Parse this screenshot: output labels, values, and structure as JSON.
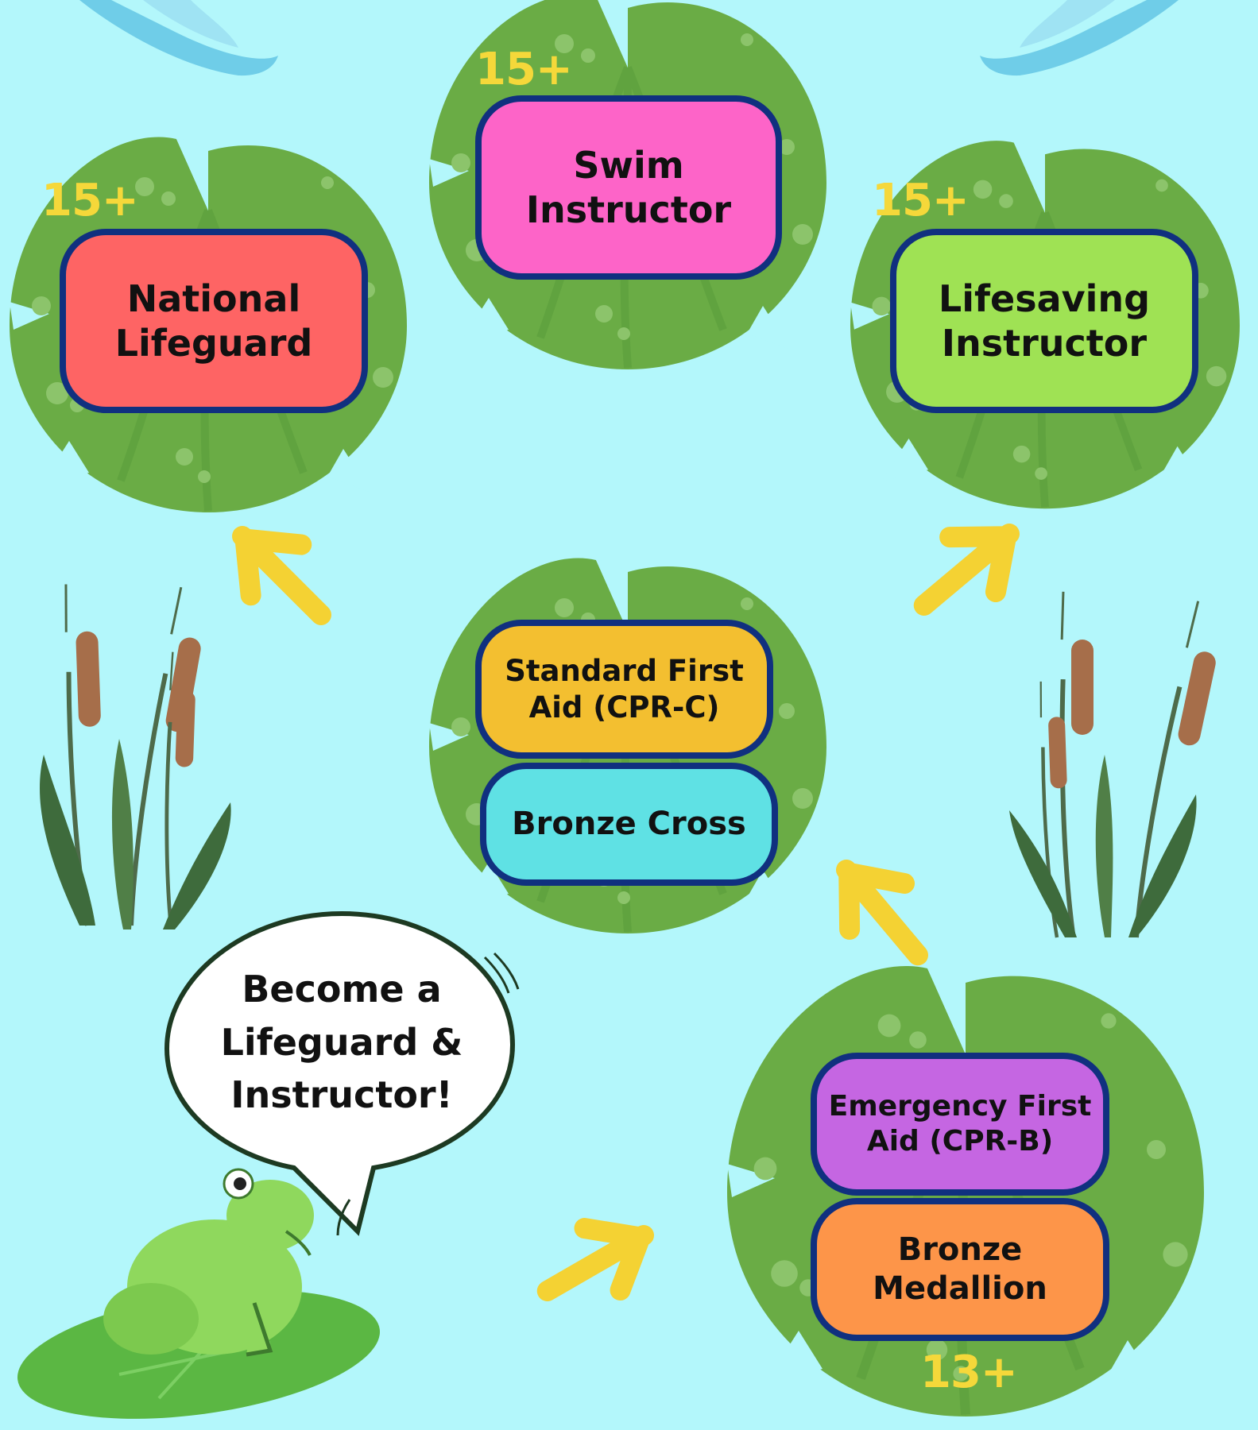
{
  "colors": {
    "background": "#b3f7fb",
    "lily_pad": "#6aac45",
    "lily_pad_dark": "#4f8f34",
    "box_border": "#10307f",
    "arrow": "#f4d233",
    "age": "#f5d83a",
    "national_lifeguard": "#fe6464",
    "swim_instructor": "#fd64c8",
    "lifesaving_instructor": "#9fe254",
    "standard_first_aid": "#f3bf30",
    "bronze_cross": "#5fe1e4",
    "emergency_first_aid": "#c566e2",
    "bronze_medallion": "#fd9549"
  },
  "speech_bubble": {
    "line1": "Become a",
    "line2": "Lifeguard &",
    "line3": "Instructor!"
  },
  "levels": {
    "national_lifeguard": {
      "line1": "National",
      "line2": "Lifeguard",
      "age": "15+"
    },
    "swim_instructor": {
      "line1": "Swim",
      "line2": "Instructor",
      "age": "15+"
    },
    "lifesaving_instructor": {
      "line1": "Lifesaving",
      "line2": "Instructor",
      "age": "15+"
    },
    "standard_first_aid": {
      "line1": "Standard First",
      "line2": "Aid (CPR-C)"
    },
    "bronze_cross": {
      "label": "Bronze Cross"
    },
    "emergency_first_aid": {
      "line1": "Emergency First",
      "line2": "Aid (CPR-B)"
    },
    "bronze_medallion": {
      "line1": "Bronze",
      "line2": "Medallion",
      "age": "13+"
    }
  },
  "icons": [
    "lily-pad-icon",
    "cattail-icon",
    "frog-icon",
    "arrow-icon",
    "water-splash-icon",
    "speech-bubble-icon"
  ]
}
